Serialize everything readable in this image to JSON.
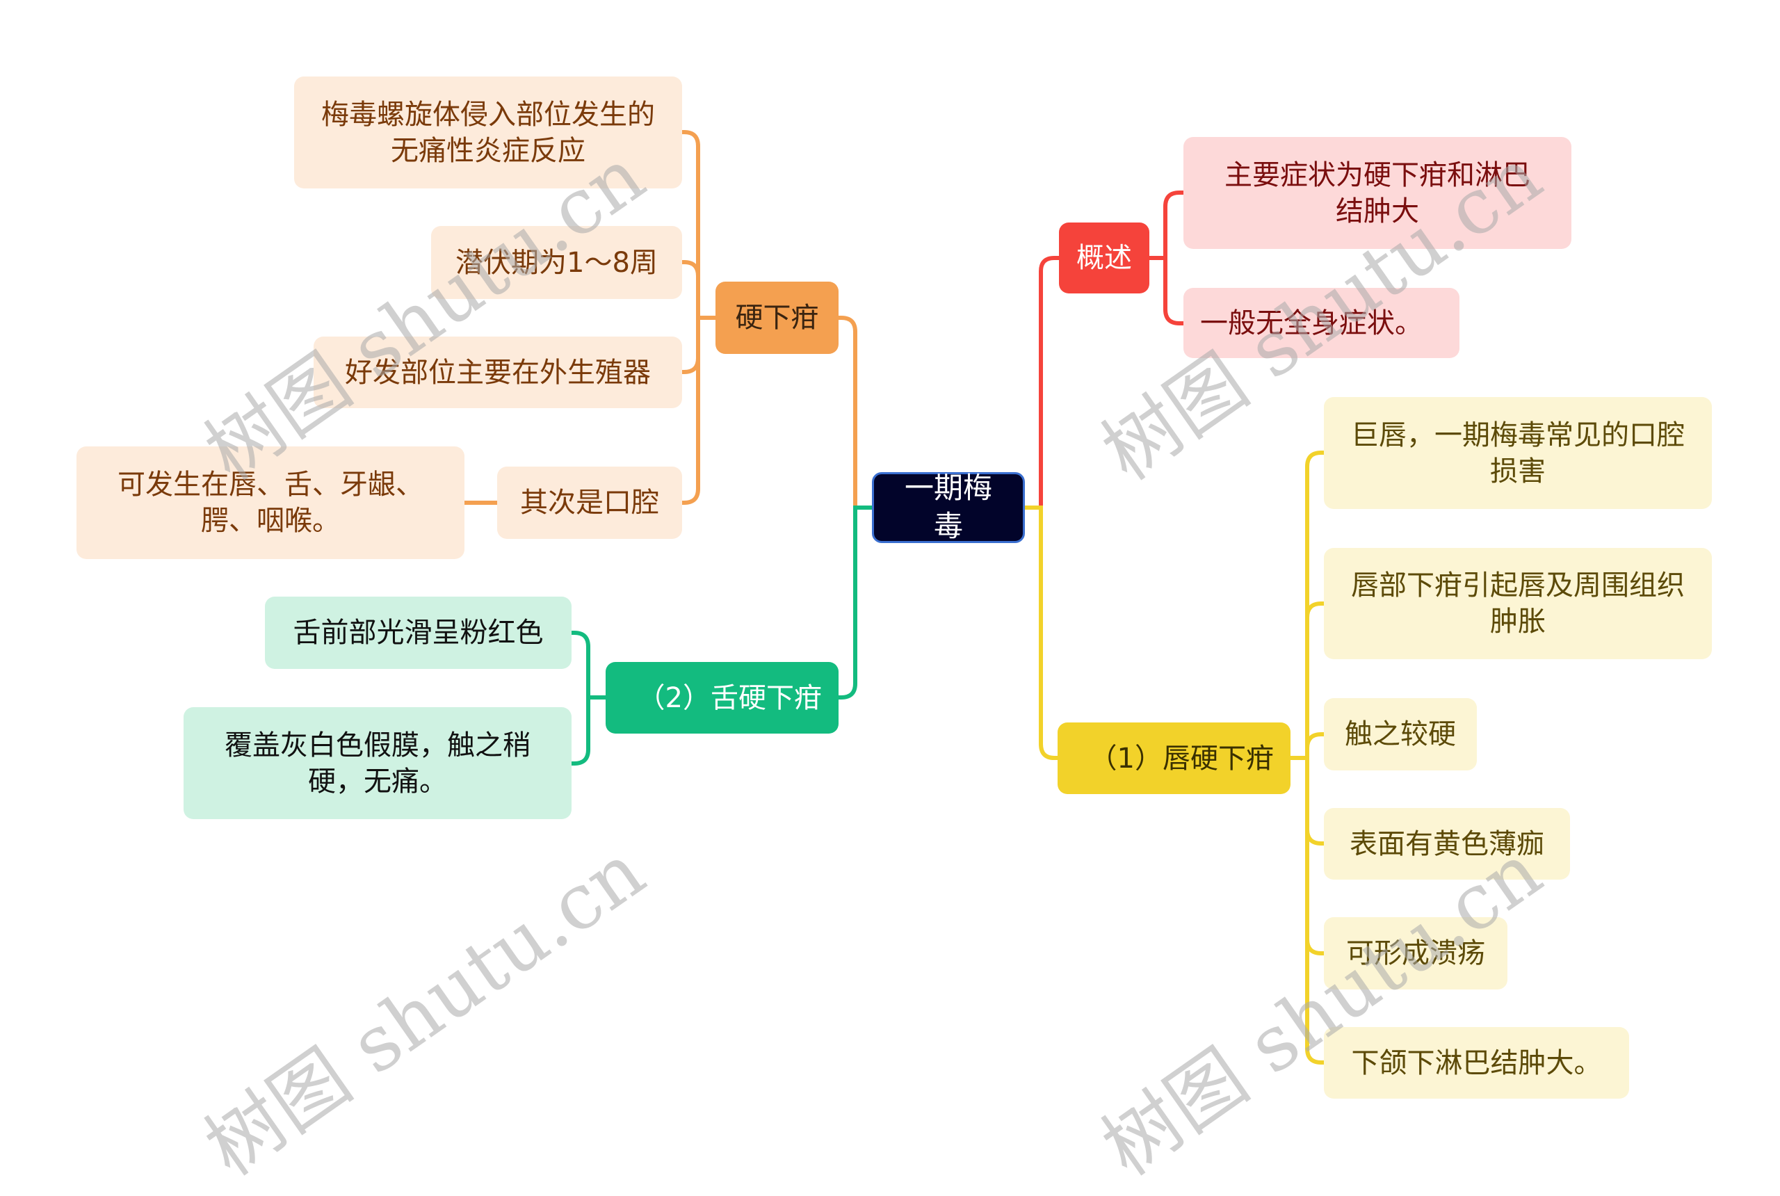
{
  "mindmap": {
    "root": {
      "label": "一期梅毒"
    },
    "right_branches": [
      {
        "label": "概述",
        "color": "#f5433b",
        "children": [
          "主要症状为硬下疳和淋巴结肿大",
          "一般无全身症状。"
        ]
      },
      {
        "label": "（1）唇硬下疳",
        "color": "#f2d22a",
        "children": [
          "巨唇，一期梅毒常见的口腔损害",
          "唇部下疳引起唇及周围组织肿胀",
          "触之较硬",
          "表面有黄色薄痂",
          "可形成溃疡",
          "下颌下淋巴结肿大。"
        ]
      }
    ],
    "left_branches": [
      {
        "label": "硬下疳",
        "color": "#f4a050",
        "children": [
          {
            "label": "梅毒螺旋体侵入部位发生的无痛性炎症反应"
          },
          {
            "label": "潜伏期为1～8周"
          },
          {
            "label": "好发部位主要在外生殖器"
          },
          {
            "label": "其次是口腔",
            "children": [
              "可发生在唇、舌、牙龈、腭、咽喉。"
            ]
          }
        ]
      },
      {
        "label": "（2）舌硬下疳",
        "color": "#13bb7f",
        "children": [
          "舌前部光滑呈粉红色",
          "覆盖灰白色假膜，触之稍硬，无痛。"
        ]
      }
    ]
  },
  "watermark": {
    "text": "树图 shutu.cn"
  }
}
